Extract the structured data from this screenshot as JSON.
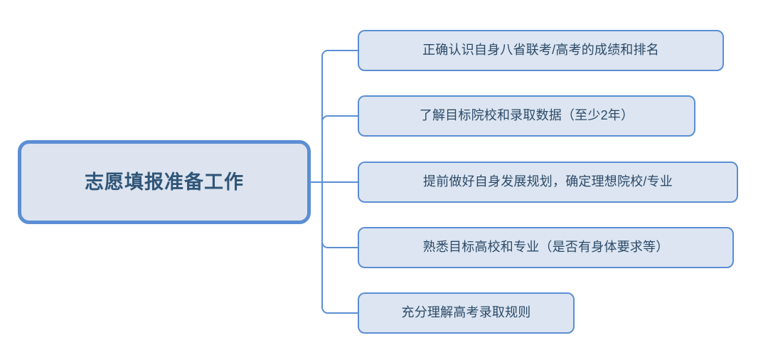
{
  "diagram": {
    "type": "mind-map",
    "orientation": "left-to-right",
    "background_color": "#ffffff",
    "node_fill_color": "#dce5f1",
    "node_border_color": "#5b8ed4",
    "connector_color": "#5b8ed4",
    "text_color": "#2c4a68",
    "root_text_color": "#2f5578",
    "root": {
      "label": "志愿填报准备工作"
    },
    "children": [
      {
        "label": "正确认识自身八省联考/高考的成绩和排名"
      },
      {
        "label": "了解目标院校和录取数据（至少2年）"
      },
      {
        "label": "提前做好自身发展规划，确定理想院校/专业"
      },
      {
        "label": "熟悉目标高校和专业（是否有身体要求等）"
      },
      {
        "label": "充分理解高考录取规则"
      }
    ]
  }
}
